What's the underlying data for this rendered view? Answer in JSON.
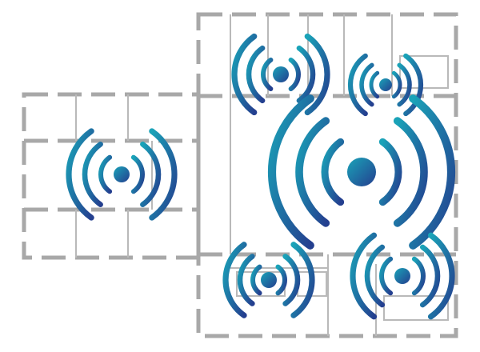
{
  "figure": {
    "kind": "floor-plan-wifi-coverage",
    "colors": {
      "background": "#ffffff",
      "walls": "#a8a8a8",
      "inner_walls": "#b9b9b9",
      "signal_gradient_start": "#1aa3b8",
      "signal_gradient_end": "#243f8f"
    },
    "icon": "wifi-access-point-icon",
    "access_points": [
      {
        "name": "access-point-west-wing",
        "arcs": 3
      },
      {
        "name": "access-point-north-left",
        "arcs": 3
      },
      {
        "name": "access-point-north-right",
        "arcs": 3
      },
      {
        "name": "access-point-central",
        "arcs": 3
      },
      {
        "name": "access-point-south-left",
        "arcs": 3
      },
      {
        "name": "access-point-south-right",
        "arcs": 3
      }
    ]
  }
}
